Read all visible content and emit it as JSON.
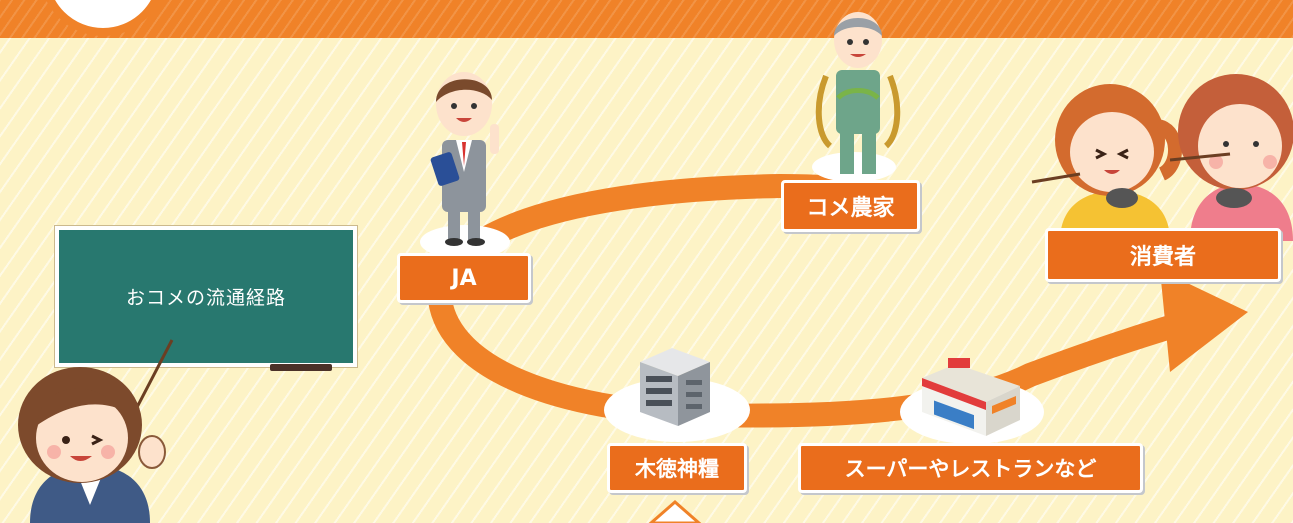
{
  "board_title": "おコメの流通経路",
  "nodes": {
    "farmer": "コメ農家",
    "ja": "JA",
    "consumer": "消費者",
    "mokutoku": "木徳神糧",
    "retail": "スーパーやレストランなど"
  },
  "colors": {
    "accent": "#f08228",
    "label_bg": "#ea6d1c",
    "board": "#28786f",
    "background": "#fdf3c6"
  },
  "icons": [
    "farmer-icon",
    "ja-staff-icon",
    "consumers-icon",
    "building-icon",
    "supermarket-icon",
    "teacher-icon"
  ]
}
